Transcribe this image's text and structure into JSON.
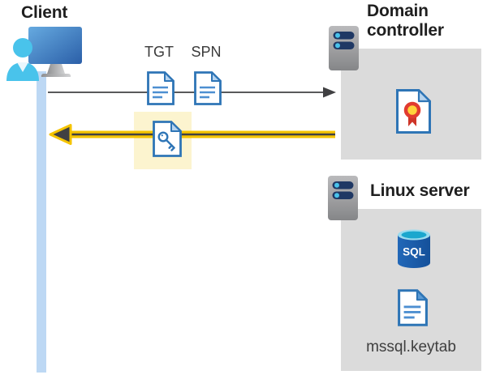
{
  "diagram": {
    "client": {
      "label": "Client"
    },
    "tickets": {
      "tgt_label": "TGT",
      "spn_label": "SPN"
    },
    "domain_controller": {
      "title": "Domain controller"
    },
    "linux_server": {
      "title": "Linux server",
      "sql_label": "SQL",
      "keytab_label": "mssql.keytab"
    },
    "colors": {
      "accent_yellow": "#F5C400",
      "highlight_yellow": "#FCF4CF",
      "box_gray": "#DBDBDB",
      "doc_blue": "#2E75B6",
      "doc_line_blue": "#4D8FD1",
      "fold_light_blue": "#B7D4EF",
      "lifeline_blue": "#BDD8F4",
      "person_cyan": "#49C3EB",
      "monitor_blue": "#3A74BE",
      "server_slot_navy": "#1F3864",
      "sql_body_blue": "#1C60AE",
      "sql_top_teal": "#1BA7CE",
      "cert_ring_red": "#E13B30",
      "cert_center_yellow": "#FFD33C",
      "arrow_gray": "#58595B",
      "arrow_head_dark": "#404042",
      "title_text": "#1F1F1F",
      "label_text": "#3F3F3F"
    },
    "icon_names": [
      "user-workstation-icon",
      "tgt-document-icon",
      "spn-document-icon",
      "key-ticket-document-icon",
      "server-icon",
      "certificate-icon",
      "sql-database-icon",
      "keytab-document-icon"
    ]
  }
}
